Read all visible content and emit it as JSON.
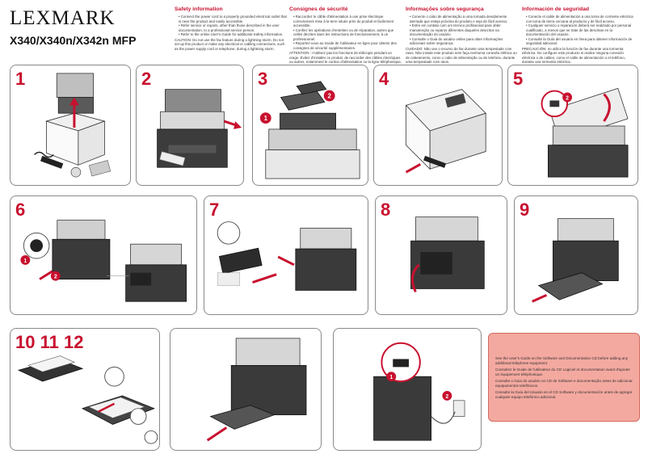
{
  "brand": {
    "logo": "LEXMARK",
    "product": "X340/X340n/X342n MFP"
  },
  "safety": [
    {
      "title": "Safety information",
      "items": [
        "Connect the power cord to a properly grounded electrical outlet that is near the product and easily accessible.",
        "Refer service or repairs, other than those described in the user documentation, to a professional service person.",
        "Refer to the online User's Guide for additional Safety information."
      ],
      "caution": "CAUTION: Do not use the fax feature during a lightning storm. Do not set up this product or make any electrical or cabling connections, such as the power supply cord or telephone, during a lightning storm."
    },
    {
      "title": "Consignes de sécurité",
      "items": [
        "Raccordez le câble d'alimentation à une prise électrique correctement mise à la terre située près du produit et facilement accessible.",
        "Confiez les opérations d'entretien ou de réparation, autres que celles décrites dans les instructions de fonctionnement, à un professionnel.",
        "Reportez-vous au Guide de l'utilisateur en ligne pour obtenir des consignes de sécurité supplémentaires."
      ],
      "caution": "ATTENTION : n'utilisez pas les fonctions de télécopie pendant un orage. Évitez d'installer ce produit, de raccorder des câbles électriques ou autres, notamment le cordon d'alimentation ou la ligne téléphonique, pendant un orage."
    },
    {
      "title": "Informações sobre segurança",
      "items": [
        "Conecte o cabo de alimentação a uma tomada devidamente aterrada que esteja próxima do produto e seja de fácil acesso.",
        "Entre em contato com um técnico profissional para obter manutenção ou reparos diferentes daqueles descritos na documentação do usuário.",
        "Consulte o Guia do usuário online para obter informações adicionais sobre segurança."
      ],
      "caution": "CUIDADO: Não use o recurso de fax durante uma tempestade com raios. Não instale este produto nem faça nenhuma conexão elétrica ou de cabeamento, como o cabo de alimentação ou de telefone, durante uma tempestade com raios."
    },
    {
      "title": "Información de seguridad",
      "items": [
        "Conecte el cable de alimentación a una toma de corriente eléctrica con toma de tierra cercana al producto y de fácil acceso.",
        "Cualquier servicio o reparación deberá ser realizado por personal cualificado, a menos que se trate de las descritas en la documentación del usuario.",
        "Consulte la Guía del usuario en línea para obtener información de seguridad adicional."
      ],
      "caution": "PRECAUCIÓN: no utilice la función de fax durante una tormenta eléctrica. No configure este producto ni realice ninguna conexión eléctrica o de cables, como el cable de alimentación o el teléfono, durante una tormenta eléctrica."
    }
  ],
  "steps": {
    "s1": "1",
    "s2": "2",
    "s3": "3",
    "s4": "4",
    "s5": "5",
    "s6": "6",
    "s7": "7",
    "s8": "8",
    "s9": "9",
    "s10": "10 11 12"
  },
  "callouts": {
    "one": "1",
    "two": "2"
  },
  "notes": [
    "See the User's Guide on the Software and Documentation CD before adding any additional telephone equipment.",
    "Consultez le Guide de l'utilisateur du CD Logiciel et documentation avant d'ajouter un équipement téléphonique.",
    "Consulte o Guia do usuário no CD de Software e documentação antes de adicionar equipamentos telefônicos.",
    "Consulte la Guía del Usuario en el CD Software y documentación antes de agregar cualquier equipo telefónico adicional."
  ],
  "colors": {
    "accent": "#c8102e",
    "note_bg": "#f4a9a0"
  }
}
